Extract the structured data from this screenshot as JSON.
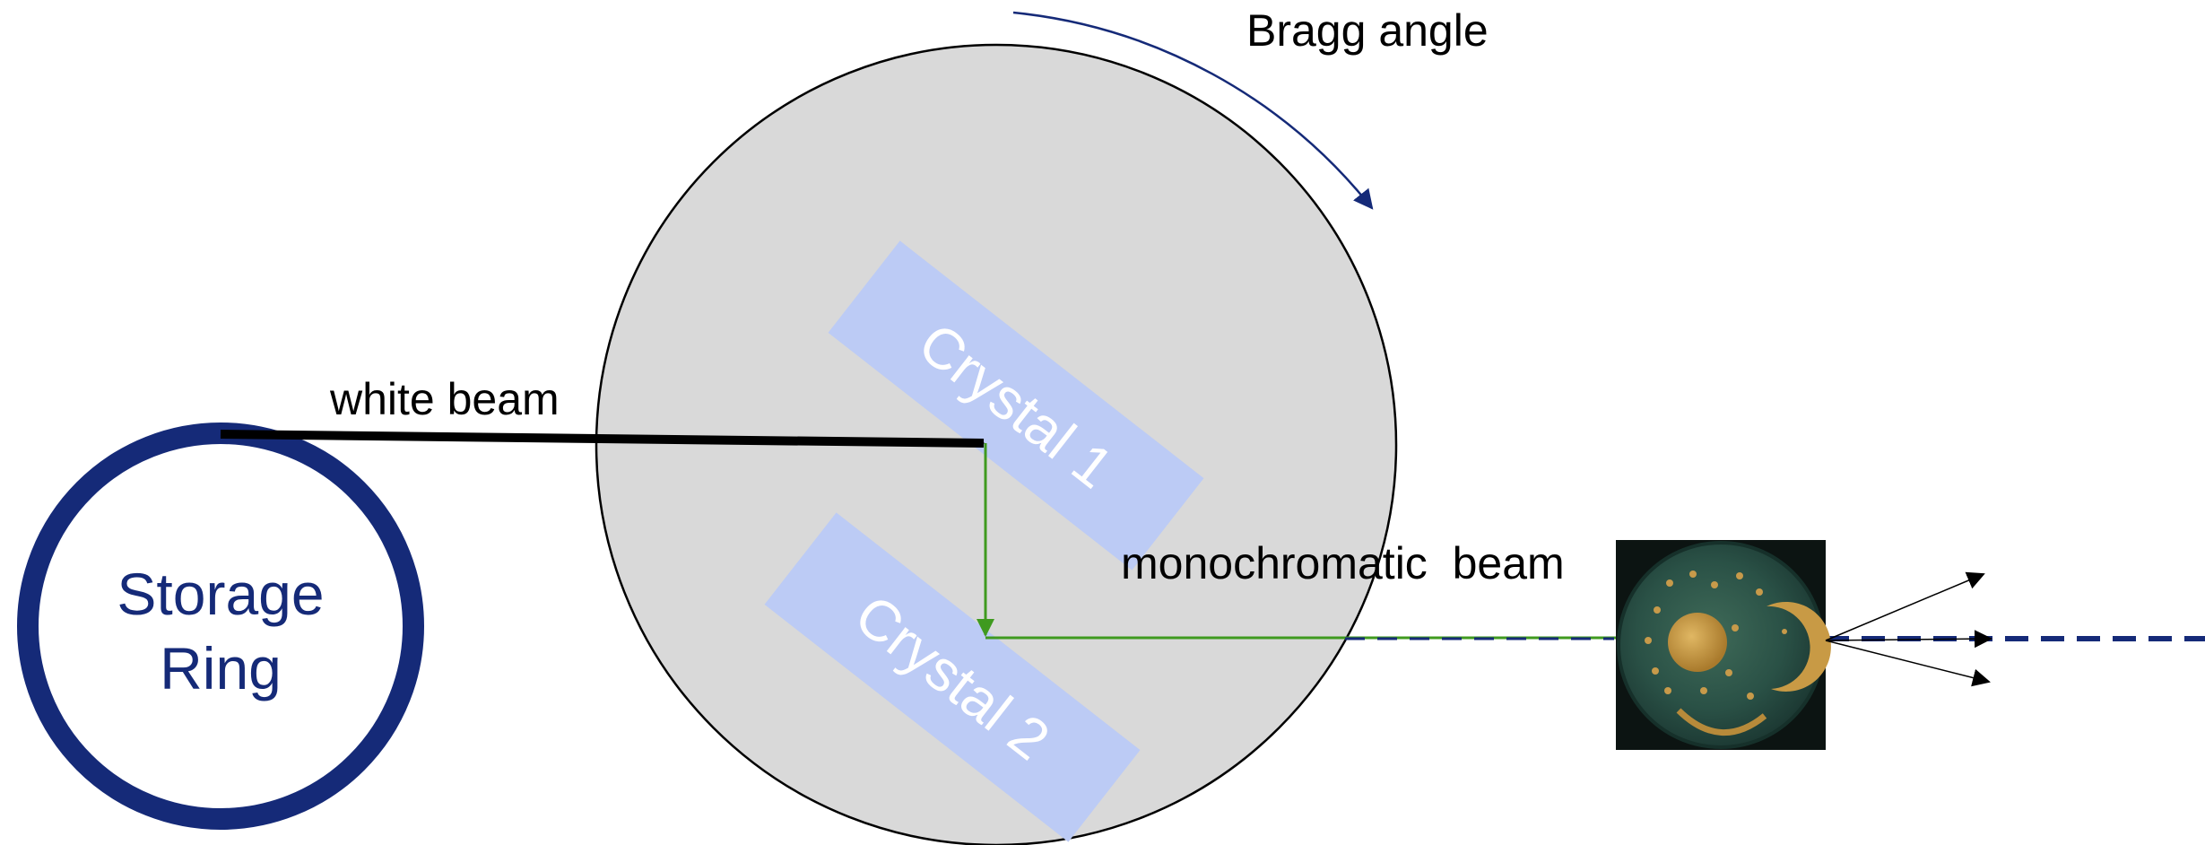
{
  "labels": {
    "storage_ring_line1": "Storage",
    "storage_ring_line2": "Ring",
    "white_beam": "white beam",
    "bragg_angle": "Bragg angle",
    "crystal_1": "Crystal 1",
    "crystal_2": "Crystal 2",
    "monochromatic_beam": "monochromatic  beam"
  },
  "colors": {
    "ring": "#152a78",
    "white_beam": "#000000",
    "mono_beam": "#3f9a1f",
    "goniometer_fill": "#d9d9d9",
    "crystal_fill": "#bccbf5",
    "crystal_text": "#ffffff",
    "bragg_arrow": "#152a78",
    "dashed_axis": "#152a78"
  },
  "sample": {
    "icon": "sky-disc-sample-icon"
  }
}
